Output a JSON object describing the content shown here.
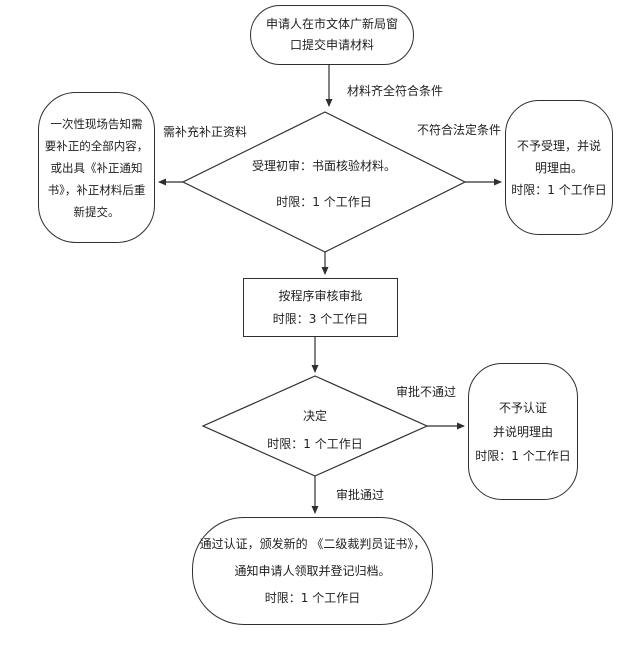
{
  "flowchart": {
    "nodes": {
      "start": {
        "text": "申请人在市文体广新局窗\n口提交申请材料"
      },
      "left_notice": {
        "text": "一次性现场告知需\n要补正的全部内容，\n或出具《补正通知\n书》，补正材料后重\n新提交。"
      },
      "initial_review": {
        "text": "受理初审：书面核验材料。\n时限：1 个工作日"
      },
      "reject_accept": {
        "text": "不予受理，并说\n明理由。\n时限：1 个工作日"
      },
      "process_review": {
        "text": "按程序审核审批\n时限：3 个工作日"
      },
      "decision": {
        "text": "决定\n时限：1 个工作日"
      },
      "reject_cert": {
        "text": "不予认证\n并说明理由\n时限：1 个工作日"
      },
      "final": {
        "text": "通过认证，颁发新的 《二级裁判员证书》，\n通知申请人领取并登记归档。\n时限：1 个工作日"
      }
    },
    "edge_labels": {
      "materials_complete": "材料齐全符合条件",
      "need_supplement": "需补充补正资料",
      "not_legal": "不符合法定条件",
      "review_fail": "审批不通过",
      "review_pass": "审批通过"
    },
    "colors": {
      "line": "#2f2f2f",
      "text": "#1f1f1f",
      "background": "#ffffff"
    }
  }
}
